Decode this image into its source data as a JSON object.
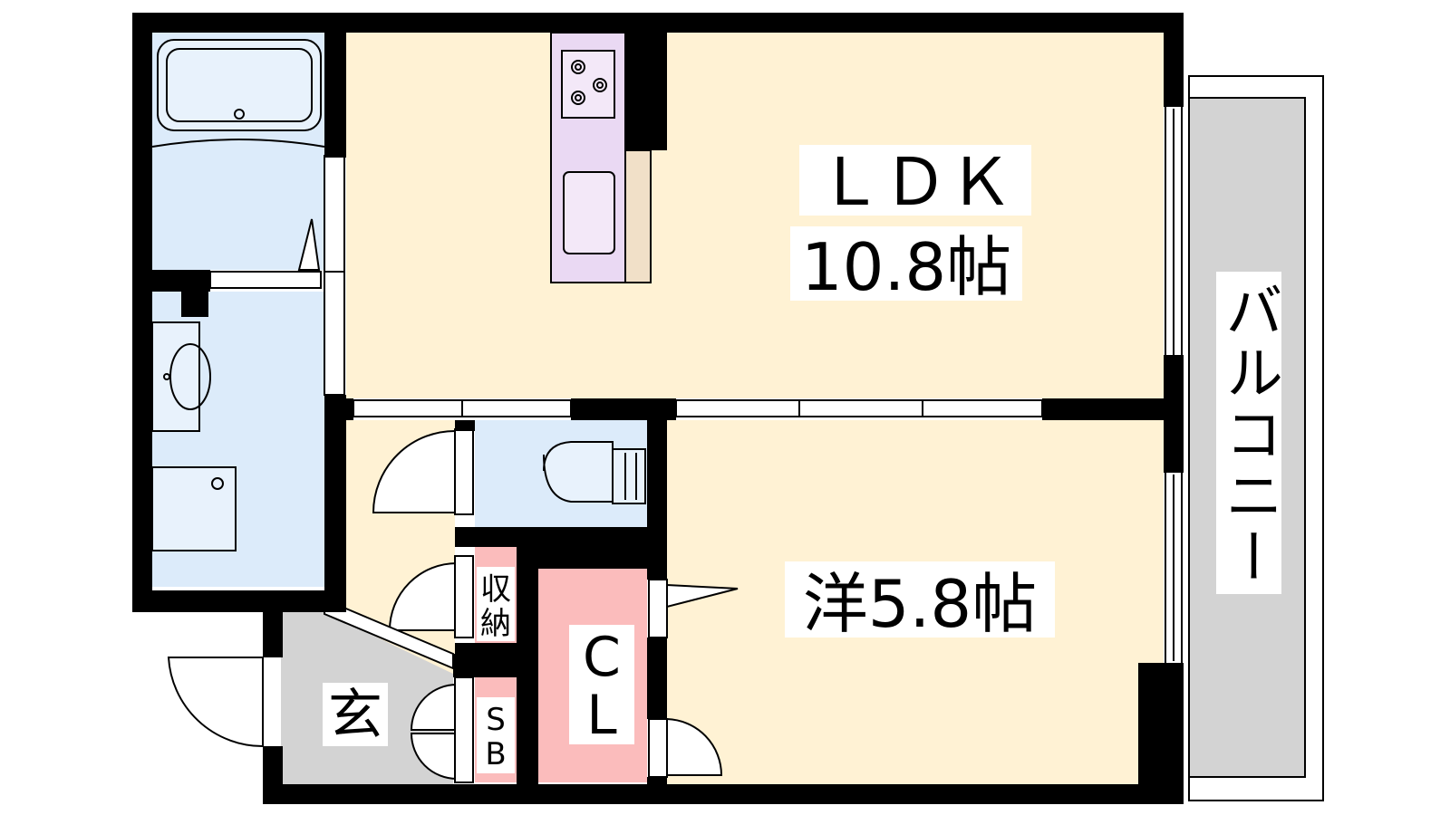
{
  "floor_plan": {
    "colors": {
      "wall": "#000000",
      "living": "#fff2d4",
      "wet_area": "#dcebfa",
      "kitchen": "#ead9f3",
      "storage": "#fbbcbc",
      "entrance": "#d3d3d3",
      "balcony": "#d3d3d3",
      "counter": "#f1e0c8"
    },
    "rooms": {
      "ldk": {
        "name": "ＬＤＫ",
        "size": "10.8帖"
      },
      "western_room": {
        "label": "洋5.8帖"
      },
      "closet": {
        "label_line1": "C",
        "label_line2": "L"
      },
      "storage": {
        "label_line1": "収",
        "label_line2": "納"
      },
      "shoe_box": {
        "label_line1": "S",
        "label_line2": "B"
      },
      "entrance": {
        "label": "玄"
      },
      "balcony": {
        "label": "バルコニー"
      }
    }
  }
}
